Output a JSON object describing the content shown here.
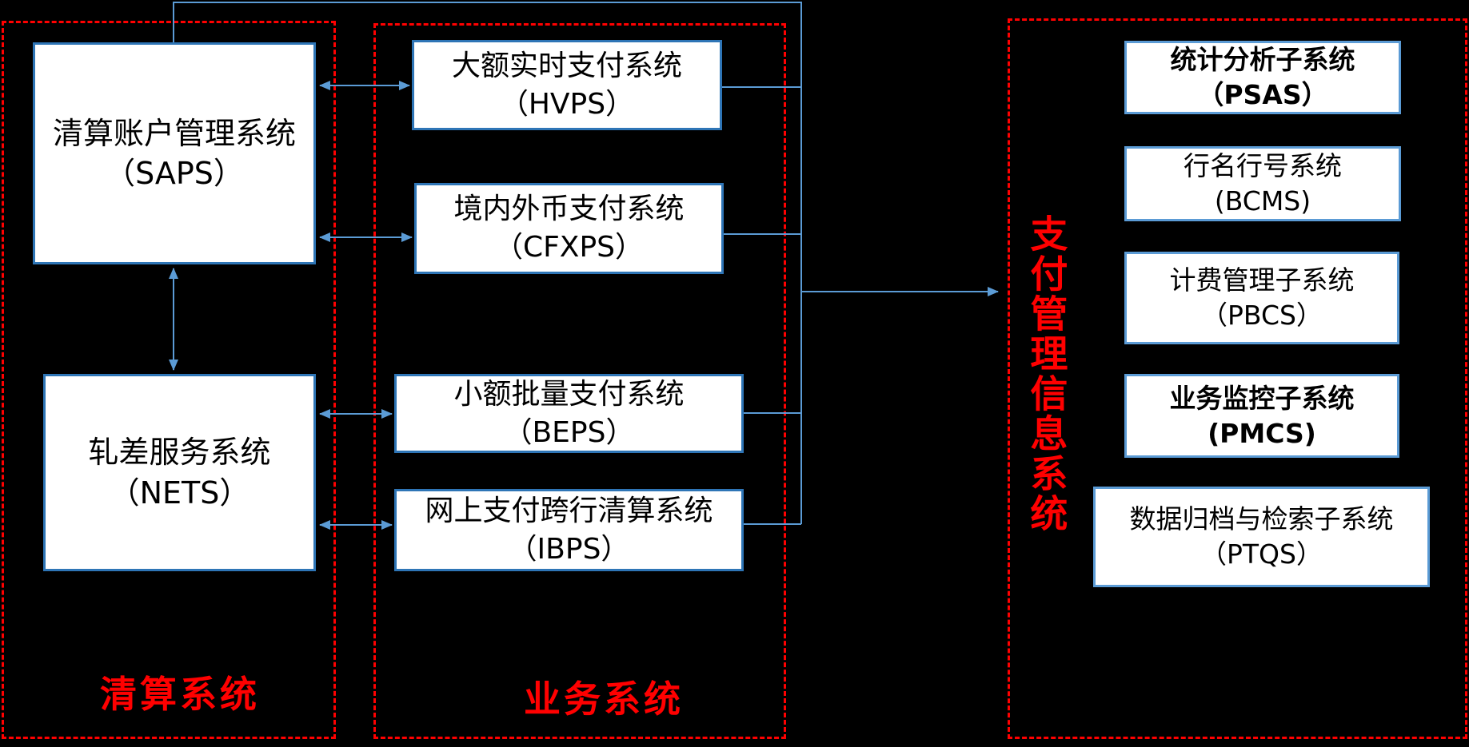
{
  "colors": {
    "background": "#000000",
    "group_border": "#FF0000",
    "group_label_text": "#FF0000",
    "box_fill": "#FFFFFF",
    "box_border_main": "#2E75B6",
    "box_border_right_column": "#5B9BD5",
    "box_text": "#000000",
    "connector": "#5B9BD5"
  },
  "groups": {
    "clearing": {
      "label": "清算系统",
      "boxes": {
        "saps": {
          "line1": "清算账户管理系统",
          "line2": "（SAPS）"
        },
        "nets": {
          "line1": "轧差服务系统",
          "line2": "（NETS）"
        }
      }
    },
    "business": {
      "label": "业务系统",
      "boxes": {
        "hvps": {
          "line1": "大额实时支付系统",
          "line2": "（HVPS）"
        },
        "cfxps": {
          "line1": "境内外币支付系统",
          "line2": "（CFXPS）"
        },
        "beps": {
          "line1": "小额批量支付系统",
          "line2": "（BEPS）"
        },
        "ibps": {
          "line1": "网上支付跨行清算系统",
          "line2": "（IBPS）"
        }
      }
    },
    "pmis": {
      "label": "支付管理信息系统",
      "boxes": {
        "psas": {
          "line1": "统计分析子系统",
          "line2": "（PSAS）",
          "bold": true
        },
        "bcms": {
          "line1": "行名行号系统",
          "line2": "(BCMS)"
        },
        "pbcs": {
          "line1": "计费管理子系统",
          "line2": "（PBCS）"
        },
        "pmcs": {
          "line1": "业务监控子系统",
          "line2": "(PMCS)",
          "bold": true
        },
        "ptqs": {
          "line1": "数据归档与检索子系统",
          "line2": "（PTQS）"
        }
      }
    }
  },
  "connections": [
    {
      "from": "SAPS",
      "to": "HVPS",
      "style": "double-arrow"
    },
    {
      "from": "SAPS",
      "to": "CFXPS",
      "style": "double-arrow"
    },
    {
      "from": "SAPS",
      "to": "NETS",
      "style": "double-arrow"
    },
    {
      "from": "NETS",
      "to": "BEPS",
      "style": "double-arrow"
    },
    {
      "from": "NETS",
      "to": "IBPS",
      "style": "double-arrow"
    },
    {
      "from": "SAPS",
      "to": "top-bus",
      "style": "line"
    },
    {
      "from": "HVPS",
      "to": "bus",
      "style": "line"
    },
    {
      "from": "CFXPS",
      "to": "bus",
      "style": "line"
    },
    {
      "from": "BEPS",
      "to": "bus",
      "style": "line"
    },
    {
      "from": "IBPS",
      "to": "bus",
      "style": "line"
    },
    {
      "from": "bus",
      "to": "支付管理信息系统",
      "style": "arrow"
    }
  ]
}
